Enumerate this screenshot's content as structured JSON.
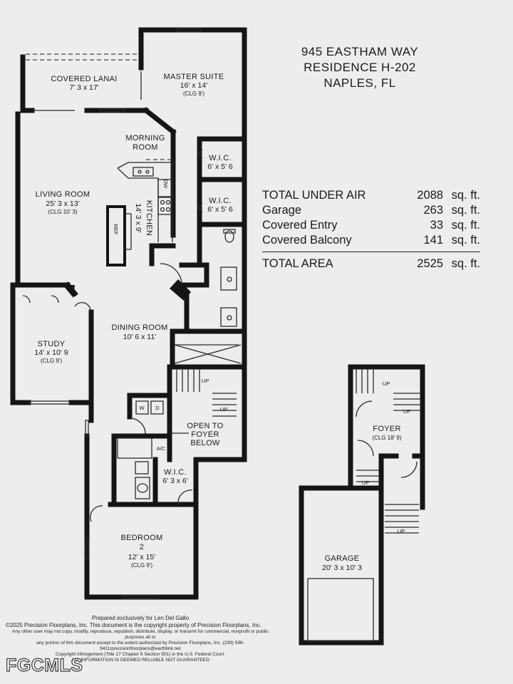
{
  "header": {
    "address": "945 EASTHAM WAY",
    "residence": "RESIDENCE H-202",
    "city": "NAPLES, FL"
  },
  "areas": {
    "rows": [
      {
        "label": "TOTAL UNDER AIR",
        "value": "2088",
        "unit": "sq. ft."
      },
      {
        "label": "Garage",
        "value": "263",
        "unit": "sq. ft."
      },
      {
        "label": "Covered Entry",
        "value": "33",
        "unit": "sq. ft."
      },
      {
        "label": "Covered Balcony",
        "value": "141",
        "unit": "sq. ft."
      }
    ],
    "total": {
      "label": "TOTAL AREA",
      "value": "2525",
      "unit": "sq. ft."
    }
  },
  "rooms": {
    "lanai": {
      "name": "COVERED LANAI",
      "dim": "7' 3 x 17'"
    },
    "master": {
      "name": "MASTER SUITE",
      "dim": "16' x 14'",
      "clg": "(CLG 9')"
    },
    "morning": {
      "name1": "MORNING",
      "name2": "ROOM"
    },
    "wic1": {
      "name": "W.I.C.",
      "dim": "6' x 5' 6"
    },
    "wic2": {
      "name": "W.I.C.",
      "dim": "6' x 5' 6"
    },
    "living": {
      "name": "LIVING ROOM",
      "dim": "25' 3 x 13'",
      "clg": "(CLG 10' 3)"
    },
    "kitchen": {
      "name": "KITCHEN",
      "dim": "14' 3 x 9'"
    },
    "dining": {
      "name": "DINING ROOM",
      "dim": "10' 6 x 11'"
    },
    "study": {
      "name": "STUDY",
      "dim": "14' x 10' 9",
      "clg": "(CLG 9')"
    },
    "open": {
      "line1": "OPEN TO",
      "line2": "FOYER",
      "line3": "BELOW"
    },
    "wic3": {
      "name": "W.I.C.",
      "dim": "6' 3 x 6'"
    },
    "bedroom": {
      "name1": "BEDROOM",
      "name2": "2",
      "dim": "12' x 15'",
      "clg": "(CLG 9')"
    },
    "foyer": {
      "name": "FOYER",
      "clg": "(CLG 18' 9)"
    },
    "garage": {
      "name": "GARAGE",
      "dim": "20' 3 x 10' 3"
    }
  },
  "fixtures": {
    "dw": "DW",
    "ref": "REF",
    "washer": "W",
    "dryer": "D",
    "ac": "A/C",
    "up": "UP"
  },
  "credits": {
    "prepared": "Prepared exclusively for Len Del Gallo",
    "copyright": "©2025 Precision Floorplans, Inc.  This document is the copyright property of Precision Floorplans, Inc.",
    "line3": "Any other user may not copy, modify, reproduce, republish, distribute, display, or transmit for commercial, nonprofit or public purposes all or",
    "line4": "any portion of this document except to the extent authorized by Precision Floorplans, Inc. (239) 598-9411/precisionfloorplans@earthlink.net",
    "line5": "Copyright infringement (Title 17 Chapter 5 Section 501) in the U.S. Federal Court.",
    "line6": "ALL INFORMATION IS DEEMED RELIABLE NOT GUARANTEED"
  },
  "watermark": "FGCMLS"
}
